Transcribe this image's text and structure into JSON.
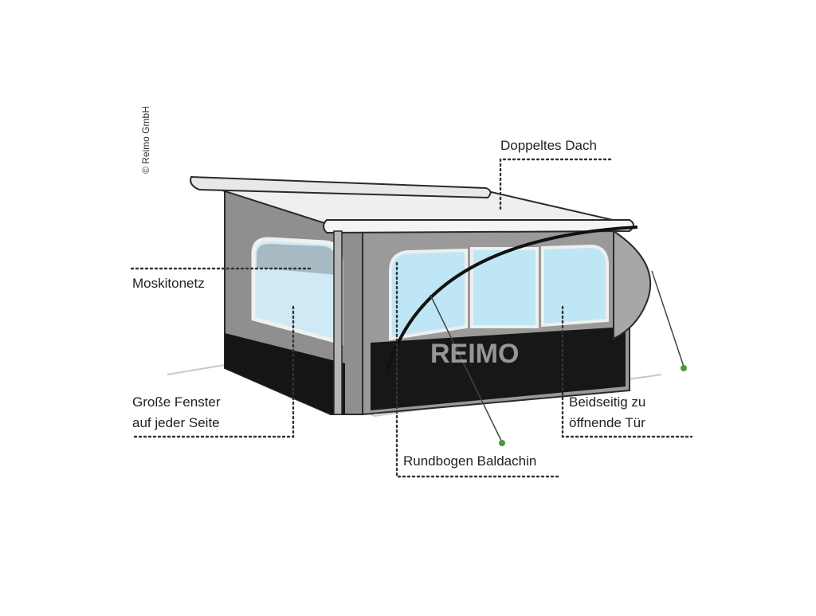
{
  "copyright": "© Reimo GmbH",
  "watermark": "REIMO",
  "callouts": {
    "roof": "Doppeltes Dach",
    "mosquito_net": "Moskitonetz",
    "windows_line1": "Große Fenster",
    "windows_line2": "auf jeder Seite",
    "canopy": "Rundbogen Baldachin",
    "door_line1": "Beidseitig zu",
    "door_line2": "öffnende Tür"
  },
  "colors": {
    "wall_grey": "#8c8c8c",
    "wall_light": "#a8a8a8",
    "window_blue": "#bfe6f5",
    "base_black": "#151515",
    "awning_white": "#f2f2f2",
    "leader_lines": "#333333"
  }
}
